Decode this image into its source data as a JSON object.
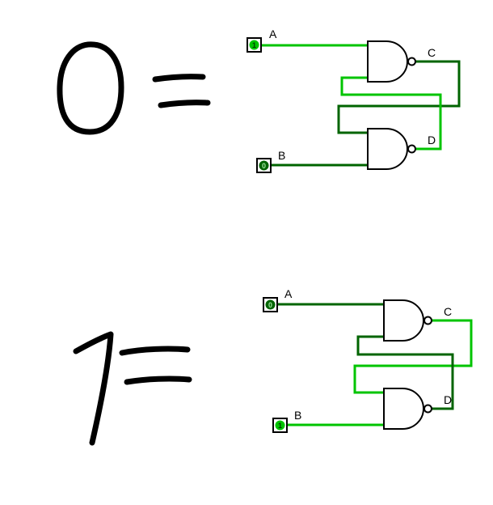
{
  "colors": {
    "wire_high": "#00c400",
    "wire_low": "#006400",
    "gate_outline": "#000000",
    "pin_border": "#000000",
    "pin_digit_on_high": "#003c00",
    "pin_digit_on_low": "#9fe59f",
    "label_text": "#000000",
    "ink": "#000000"
  },
  "annotations": [
    {
      "text": "0 =",
      "value": "0",
      "operator": "="
    },
    {
      "text": "1 =",
      "value": "1",
      "operator": "="
    }
  ],
  "circuits": [
    {
      "name": "top-sr-latch",
      "pins": [
        {
          "label": "A",
          "value": "1"
        },
        {
          "label": "B",
          "value": "0"
        }
      ],
      "outputs": [
        {
          "label": "C"
        },
        {
          "label": "D"
        }
      ]
    },
    {
      "name": "bottom-sr-latch",
      "pins": [
        {
          "label": "A",
          "value": "0"
        },
        {
          "label": "B",
          "value": "1"
        }
      ],
      "outputs": [
        {
          "label": "C"
        },
        {
          "label": "D"
        }
      ]
    }
  ]
}
